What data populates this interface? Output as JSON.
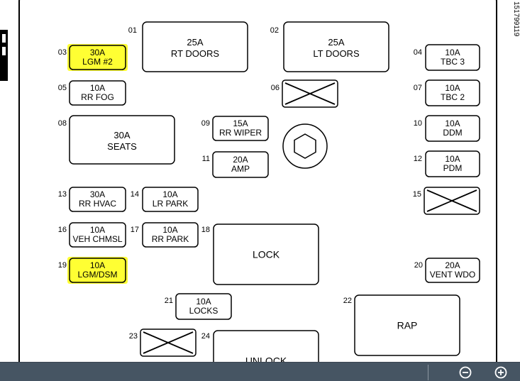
{
  "document_id": "151799119",
  "fuses": [
    {
      "num": "01",
      "amp": "25A",
      "label": "RT DOORS"
    },
    {
      "num": "02",
      "amp": "25A",
      "label": "LT DOORS"
    },
    {
      "num": "03",
      "amp": "30A",
      "label": "LGM #2",
      "highlight": true
    },
    {
      "num": "04",
      "amp": "10A",
      "label": "TBC 3"
    },
    {
      "num": "05",
      "amp": "10A",
      "label": "RR FOG"
    },
    {
      "num": "06",
      "amp": "",
      "label": "",
      "empty": true
    },
    {
      "num": "07",
      "amp": "10A",
      "label": "TBC 2"
    },
    {
      "num": "08",
      "amp": "30A",
      "label": "SEATS"
    },
    {
      "num": "09",
      "amp": "15A",
      "label": "RR WIPER"
    },
    {
      "num": "10",
      "amp": "10A",
      "label": "DDM"
    },
    {
      "num": "11",
      "amp": "20A",
      "label": "AMP"
    },
    {
      "num": "12",
      "amp": "10A",
      "label": "PDM"
    },
    {
      "num": "13",
      "amp": "30A",
      "label": "RR HVAC"
    },
    {
      "num": "14",
      "amp": "10A",
      "label": "LR PARK"
    },
    {
      "num": "15",
      "amp": "",
      "label": "",
      "empty": true
    },
    {
      "num": "16",
      "amp": "10A",
      "label": "VEH CHMSL"
    },
    {
      "num": "17",
      "amp": "10A",
      "label": "RR PARK"
    },
    {
      "num": "18",
      "amp": "",
      "label": "LOCK"
    },
    {
      "num": "19",
      "amp": "10A",
      "label": "LGM/DSM",
      "highlight": true
    },
    {
      "num": "20",
      "amp": "20A",
      "label": "VENT WDO"
    },
    {
      "num": "21",
      "amp": "10A",
      "label": "LOCKS"
    },
    {
      "num": "22",
      "amp": "",
      "label": "RAP"
    },
    {
      "num": "23",
      "amp": "",
      "label": "",
      "empty": true
    },
    {
      "num": "24",
      "amp": "",
      "label": "UNLOCK"
    }
  ],
  "toolbar": {
    "zoom_out_icon": "zoom-out-icon",
    "zoom_in_icon": "zoom-in-icon"
  },
  "colors": {
    "highlight": "#ffff33",
    "toolbar_bg": "#465563",
    "toolbar_icon": "#ffffff",
    "line": "#000000"
  }
}
